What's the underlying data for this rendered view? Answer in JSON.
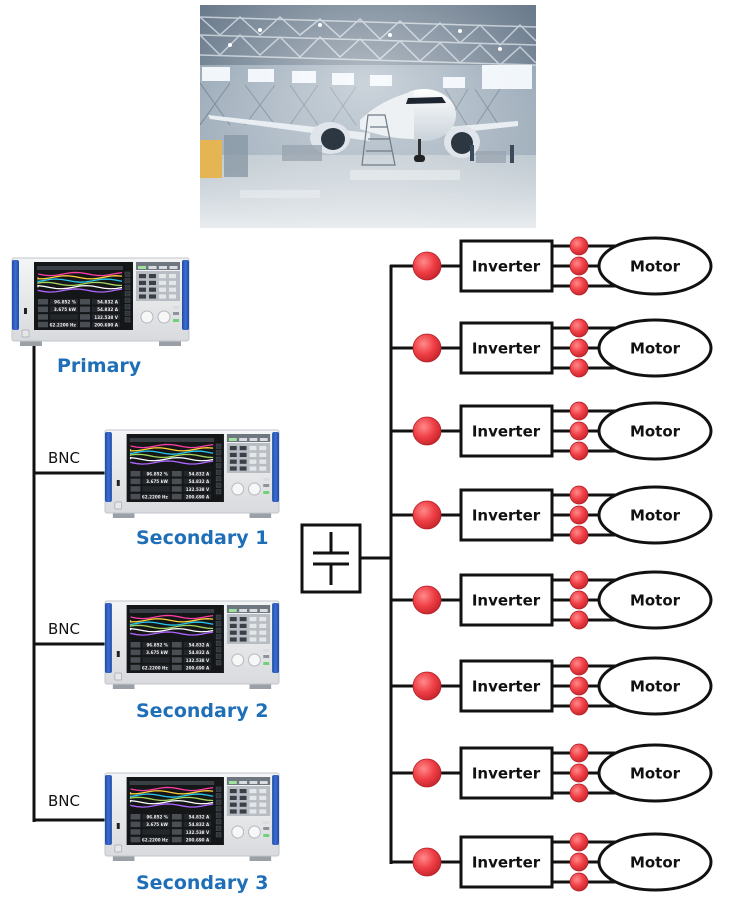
{
  "photo": {
    "subject": "Airplane in maintenance hangar",
    "description": "Passenger jet parked in bright hangar with steel roof trusses"
  },
  "measurement_chain": {
    "connection_label": "BNC",
    "instruments": [
      {
        "role": "primary",
        "label": "Primary"
      },
      {
        "role": "secondary",
        "label": "Secondary 1"
      },
      {
        "role": "secondary",
        "label": "Secondary 2"
      },
      {
        "role": "secondary",
        "label": "Secondary 3"
      }
    ],
    "screen_readouts": {
      "left": [
        {
          "name": "η",
          "value": "96.852",
          "unit": "%"
        },
        {
          "name": "Pm",
          "value": "3.675",
          "unit": "kW"
        },
        {
          "name": "",
          "value": "",
          "unit": ""
        },
        {
          "name": "f",
          "value": "62.2200",
          "unit": "Hz"
        }
      ],
      "right": [
        {
          "value": "54.832",
          "unit": "A"
        },
        {
          "value": "54.832",
          "unit": "A"
        },
        {
          "value": "132.538",
          "unit": "V"
        },
        {
          "value": "200.690",
          "unit": "A"
        }
      ]
    }
  },
  "power_system": {
    "dc_source": {
      "symbol": "capacitor-icon"
    },
    "branch_count": 8,
    "branch": {
      "inverter_label": "Inverter",
      "motor_label": "Motor",
      "input_sensor_count": 1,
      "output_sensor_count": 3
    },
    "branches": [
      {
        "inverter_label": "Inverter",
        "motor_label": "Motor"
      },
      {
        "inverter_label": "Inverter",
        "motor_label": "Motor"
      },
      {
        "inverter_label": "Inverter",
        "motor_label": "Motor"
      },
      {
        "inverter_label": "Inverter",
        "motor_label": "Motor"
      },
      {
        "inverter_label": "Inverter",
        "motor_label": "Motor"
      },
      {
        "inverter_label": "Inverter",
        "motor_label": "Motor"
      },
      {
        "inverter_label": "Inverter",
        "motor_label": "Motor"
      },
      {
        "inverter_label": "Inverter",
        "motor_label": "Motor"
      }
    ]
  },
  "colors": {
    "label_blue": "#1f6fb8",
    "sensor_red": "#e8363e",
    "line": "#111111",
    "instrument_blue": "#2a58b8"
  }
}
